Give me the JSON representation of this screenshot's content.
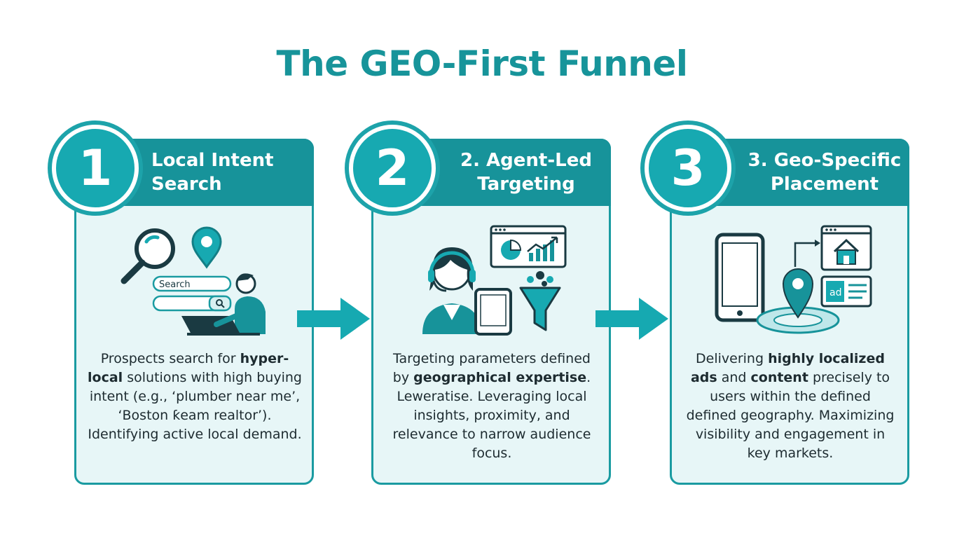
{
  "title": "The GEO-First Funnel",
  "colors": {
    "teal": "#17939a",
    "teal_bright": "#17a9b1",
    "card_bg": "#e7f6f7",
    "text": "#1d2b30"
  },
  "steps": [
    {
      "number": "1",
      "title_line1": "Local Intent",
      "title_line2": "Search",
      "search_label": "Search",
      "icons": [
        "magnifier-icon",
        "location-pin-icon",
        "search-bar-icon",
        "person-laptop-icon"
      ],
      "text": {
        "a": "Prospects search for ",
        "b": "hyper-local",
        "c": " solutions with high buying intent (e.g., ‘plumber near me’, ‘Boston ",
        "d": "ƙeam realtor’). Identifying active local demand."
      }
    },
    {
      "number": "2",
      "title_line1": "2. Agent-Led",
      "title_line2": "Targeting",
      "icons": [
        "agent-headset-icon",
        "dashboard-chart-icon",
        "tablet-icon",
        "funnel-icon"
      ],
      "text": {
        "a": "Targeting parameters defined by ",
        "b": "geographical expertise",
        "c": ". Leweratise. Leveraging local insights, proximity, and relevance to narrow audience focus."
      }
    },
    {
      "number": "3",
      "title_line1": "3. Geo-Specific",
      "title_line2": "Placement",
      "ad_label": "ad",
      "icons": [
        "smartphone-icon",
        "map-pin-target-icon",
        "house-listing-icon",
        "ad-card-icon"
      ],
      "text": {
        "a": "Delivering ",
        "b": "highly localized ads",
        "c": " and ",
        "d": "content",
        "e": " precisely to users within the defined defined geography. Maximizing visibility and engagement in key markets."
      }
    }
  ]
}
